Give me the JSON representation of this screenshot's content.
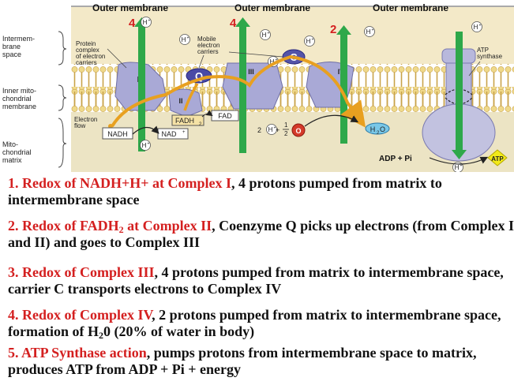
{
  "diagram": {
    "outer_membrane_1": "Outer membrane",
    "outer_membrane_2": "Outer membrane",
    "outer_membrane_3": "Outer membrane",
    "intermembrane_space": [
      "Intermem-",
      "brane",
      "space"
    ],
    "inner_membrane": [
      "Inner mito-",
      "chondrial",
      "membrane"
    ],
    "matrix": [
      "Mito-",
      "chondrial",
      "matrix"
    ],
    "protein_complex": [
      "Protein",
      "complex",
      "of electron",
      "carriers"
    ],
    "mobile_carriers": [
      "Mobile",
      "electron",
      "carriers"
    ],
    "atp_synthase": [
      "ATP",
      "synthase"
    ],
    "electron_flow": [
      "Electron",
      "flow"
    ],
    "proton": "H",
    "proton_charge": "+",
    "complex_1": "I",
    "complex_2": "II",
    "complex_3": "III",
    "complex_4": "IV",
    "carrier_q": "Q",
    "carrier_c": "C",
    "count_1": "4",
    "count_3": "4",
    "count_4": "2",
    "nadh": "NADH",
    "nad": "NAD",
    "nad_sup": "+",
    "fadh2": "FADH",
    "fadh2_sub": "2",
    "fad": "FAD",
    "two_h": "2",
    "plus": "+",
    "half_num": "1",
    "half_den": "2",
    "oxygen": "O",
    "water": "H",
    "water_sub": "2",
    "water_o": "O",
    "adp_pi": "ADP + Pi",
    "atp": "ATP"
  },
  "steps": [
    {
      "number": "1.  ",
      "title": "Redox of NADH+H+ at Complex I",
      "rest": ", 4 protons pumped from matrix to intermembrane space"
    },
    {
      "number": "2. ",
      "title_a": "Redox of FADH",
      "title_sub": "2",
      "title_b": " at Complex II",
      "rest": ", Coenzyme Q picks up electrons (from Complex I and II) and goes to Complex III"
    },
    {
      "number": "3. ",
      "title": "Redox of Complex III",
      "rest": ", 4 protons pumped from matrix to intermembrane space, carrier C transports electrons to Complex IV"
    },
    {
      "number": "4. ",
      "title": "Redox of Complex IV",
      "rest_a": ", 2 protons pumped from matrix to intermembrane space, formation of H",
      "rest_sub": "2",
      "rest_b": "0 (20% of water in body)"
    },
    {
      "number": "5. ",
      "title": "ATP Synthase action",
      "rest": ", pumps protons from intermembrane space to matrix, produces ATP from ADP + Pi + energy"
    }
  ],
  "colors": {
    "highlight_red": "#d42020",
    "membrane_yellow": "#e8cf6a",
    "complex_purple": "#a9a9d6",
    "arrow_green": "#2ea84a"
  }
}
